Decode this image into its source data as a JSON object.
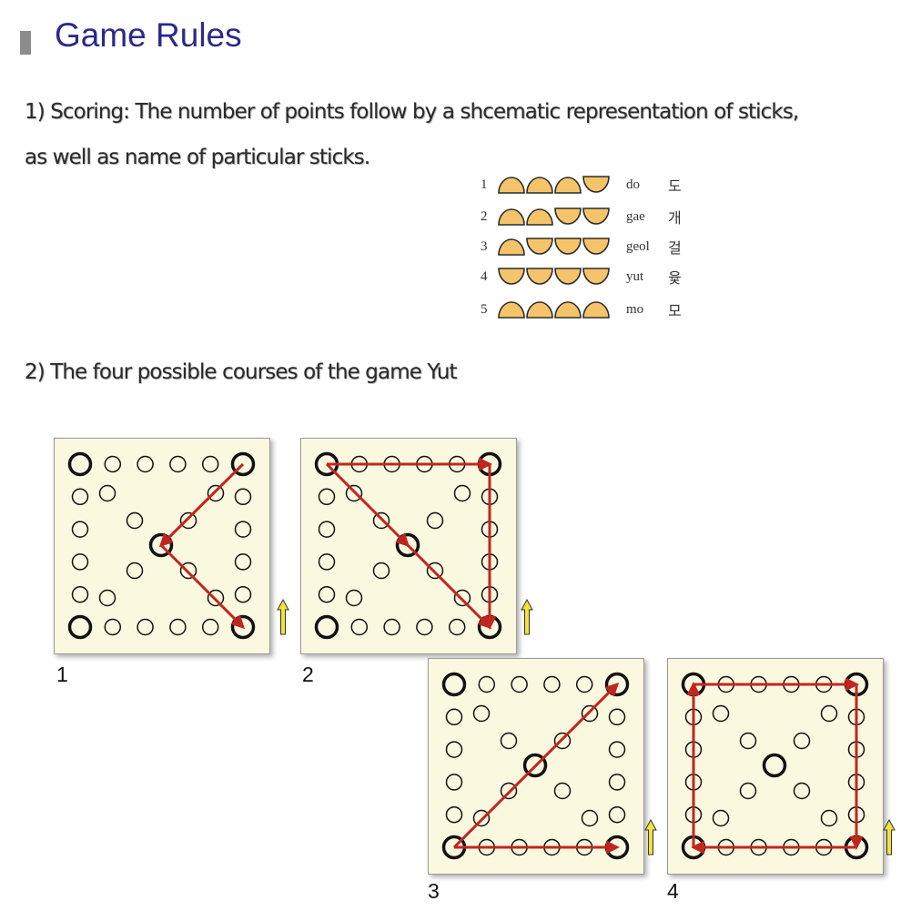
{
  "header": {
    "title": "Game Rules"
  },
  "rules": {
    "rule1_line1": "1) Scoring: The number of points follow by a shcematic representation of sticks,",
    "rule1_line2": "as well as name of particular sticks.",
    "rule2": "2) The four possible courses of the game Yut"
  },
  "sticks": [
    {
      "number": "1",
      "name": "do",
      "korean": "도",
      "pattern": [
        "flat",
        "flat",
        "flat",
        "round"
      ]
    },
    {
      "number": "2",
      "name": "gae",
      "korean": "개",
      "pattern": [
        "flat",
        "flat",
        "round",
        "round"
      ]
    },
    {
      "number": "3",
      "name": "geol",
      "korean": "걸",
      "pattern": [
        "flat",
        "round",
        "round",
        "round"
      ]
    },
    {
      "number": "4",
      "name": "yut",
      "korean": "윷",
      "pattern": [
        "round",
        "round",
        "round",
        "round"
      ]
    },
    {
      "number": "5",
      "name": "mo",
      "korean": "모",
      "pattern": [
        "flat",
        "flat",
        "flat",
        "flat"
      ]
    }
  ],
  "boards": [
    {
      "label": "1",
      "course": [
        "top-right",
        "center",
        "bottom-right"
      ],
      "up_arrow": true
    },
    {
      "label": "2",
      "course": [
        "top-left",
        "top-right",
        "bottom-right"
      ],
      "course2": [
        "top-left",
        "center",
        "bottom-right"
      ],
      "up_arrow": true
    },
    {
      "label": "3",
      "course": [
        "bottom-left",
        "bottom-right"
      ],
      "course2": [
        "bottom-left",
        "top-right"
      ],
      "up_arrow": true
    },
    {
      "label": "4",
      "course": [
        "bottom-left",
        "top-left",
        "top-right",
        "bottom-right",
        "bottom-left"
      ],
      "up_arrow": true
    }
  ],
  "colors": {
    "title": "#2a2a8a",
    "stick_fill": "#f5c46a",
    "board_bg": "#fbf8e0",
    "path_red": "#c0261e",
    "arrow_yellow": "#f2e23a"
  }
}
